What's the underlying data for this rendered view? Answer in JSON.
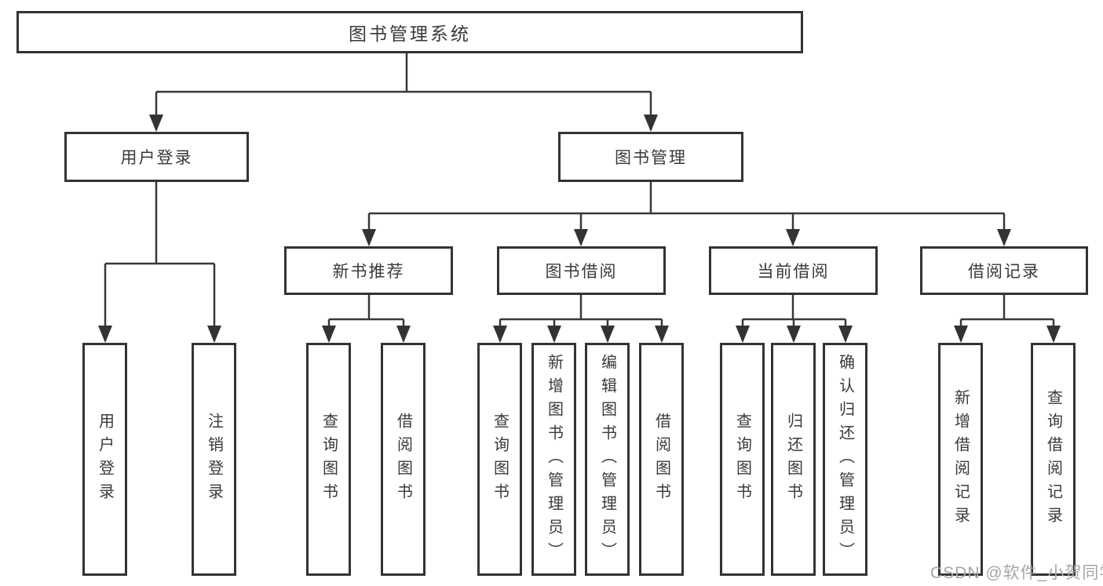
{
  "tree": {
    "root": {
      "label": "图书管理系统"
    },
    "branches": [
      {
        "label": "用户登录",
        "children": [
          {
            "label": "用户登录"
          },
          {
            "label": "注销登录"
          }
        ]
      },
      {
        "label": "图书管理",
        "children": [
          {
            "label": "新书推荐",
            "children": [
              {
                "label": "查询图书"
              },
              {
                "label": "借阅图书"
              }
            ]
          },
          {
            "label": "图书借阅",
            "children": [
              {
                "label": "查询图书"
              },
              {
                "label": "新增图书（管理员）"
              },
              {
                "label": "编辑图书（管理员）"
              },
              {
                "label": "借阅图书"
              }
            ]
          },
          {
            "label": "当前借阅",
            "children": [
              {
                "label": "查询图书"
              },
              {
                "label": "归还图书"
              },
              {
                "label": "确认归还（管理员）"
              }
            ]
          },
          {
            "label": "借阅记录",
            "children": [
              {
                "label": "新增借阅记录"
              },
              {
                "label": "查询借阅记录"
              }
            ]
          }
        ]
      }
    ]
  },
  "watermark": "CSDN @软件_小贺同学",
  "colors": {
    "line": "#383838",
    "box_border": "#333333",
    "text": "#3a3a3a",
    "watermark": "#a6a6a6",
    "background": "#ffffff"
  }
}
